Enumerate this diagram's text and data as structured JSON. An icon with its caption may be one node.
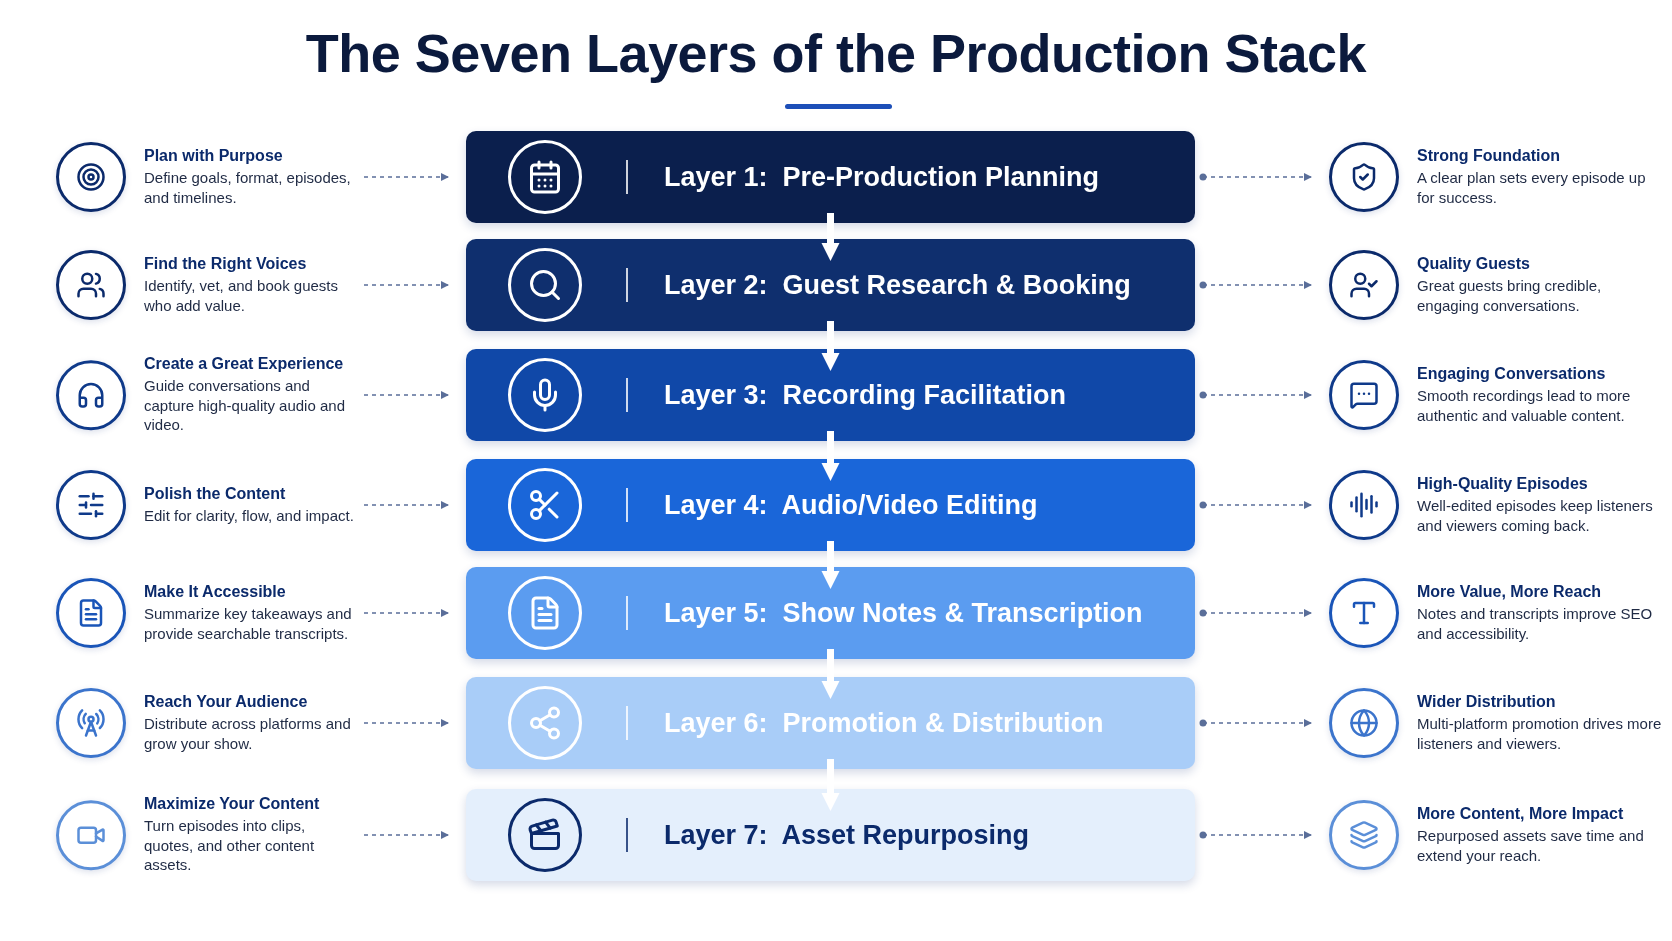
{
  "diagram": {
    "title": "The Seven Layers of the Production Stack",
    "nodes": [
      {
        "text": [
          "Plan with Purpose",
          "Define goals, format, episodes, and timelines."
        ]
      },
      {
        "text": [
          "Layer 1:  Pre-Production Planning"
        ]
      },
      {
        "text": [
          "Strong Foundation",
          "A clear plan sets every episode up for success."
        ]
      },
      {
        "text": [
          "Find the Right Voices",
          "Identify, vet, and book guests who add value."
        ]
      },
      {
        "text": [
          "Layer 2:  Guest Research & Booking"
        ]
      },
      {
        "text": [
          "Quality Guests",
          "Great guests bring credible, engaging conversations."
        ]
      },
      {
        "text": [
          "Create a Great Experience",
          "Guide conversations and capture high-quality audio and video."
        ]
      },
      {
        "text": [
          "Layer 3:  Recording Facilitation"
        ]
      },
      {
        "text": [
          "Engaging Conversations",
          "Smooth recordings lead to more authentic and valuable content."
        ]
      },
      {
        "text": [
          "Polish the Content",
          "Edit for clarity, flow, and impact."
        ]
      },
      {
        "text": [
          "Layer 4:  Audio/Video Editing"
        ]
      },
      {
        "text": [
          "High-Quality Episodes",
          "Well-edited episodes keep listeners and viewers coming back."
        ]
      },
      {
        "text": [
          "Make It Accessible",
          "Summarize key takeaways and provide searchable transcripts."
        ]
      },
      {
        "text": [
          "Layer 5:  Show Notes & Transcription"
        ]
      },
      {
        "text": [
          "More Value, More Reach",
          "Notes and transcripts improve SEO and accessibility."
        ]
      },
      {
        "text": [
          "Reach Your Audience",
          "Distribute across platforms and grow your show."
        ]
      },
      {
        "text": [
          "Layer 6:  Promotion & Distribution"
        ]
      },
      {
        "text": [
          "Wider Distribution",
          "Multi-platform promotion drives more listeners and viewers."
        ]
      },
      {
        "text": [
          "Maximize Your Content",
          "Turn episodes into clips, quotes, and other content assets."
        ]
      },
      {
        "text": [
          "Layer 7:  Asset Repurposing"
        ]
      },
      {
        "text": [
          "More Content, More Impact",
          "Repurposed assets save time and extend your reach."
        ]
      }
    ],
    "edges": [
      {
        "from": 0,
        "to": 1,
        "arrow": "to",
        "style": "dashed"
      },
      {
        "from": 1,
        "to": 2,
        "arrow": "to",
        "style": "dashed"
      },
      {
        "from": 3,
        "to": 4,
        "arrow": "to",
        "style": "dashed"
      },
      {
        "from": 4,
        "to": 5,
        "arrow": "to",
        "style": "dashed"
      },
      {
        "from": 6,
        "to": 7,
        "arrow": "to",
        "style": "dashed"
      },
      {
        "from": 7,
        "to": 8,
        "arrow": "to",
        "style": "dashed"
      },
      {
        "from": 9,
        "to": 10,
        "arrow": "to",
        "style": "dashed"
      },
      {
        "from": 10,
        "to": 11,
        "arrow": "to",
        "style": "dashed"
      },
      {
        "from": 12,
        "to": 13,
        "arrow": "to",
        "style": "dashed"
      },
      {
        "from": 13,
        "to": 14,
        "arrow": "to",
        "style": "dashed"
      },
      {
        "from": 15,
        "to": 16,
        "arrow": "to",
        "style": "dashed"
      },
      {
        "from": 16,
        "to": 17,
        "arrow": "to",
        "style": "dashed"
      },
      {
        "from": 18,
        "to": 19,
        "arrow": "to",
        "style": "dashed"
      },
      {
        "from": 19,
        "to": 20,
        "arrow": "to",
        "style": "dashed"
      },
      {
        "from": 1,
        "to": 4,
        "arrow": "to",
        "style": "thick",
        "color": "#ffffff"
      },
      {
        "from": 4,
        "to": 7,
        "arrow": "to",
        "style": "thick",
        "color": "#ffffff"
      },
      {
        "from": 7,
        "to": 10,
        "arrow": "to",
        "style": "thick",
        "color": "#ffffff"
      },
      {
        "from": 10,
        "to": 13,
        "arrow": "to",
        "style": "thick",
        "color": "#ffffff"
      },
      {
        "from": 13,
        "to": 16,
        "arrow": "to",
        "style": "thick",
        "color": "#ffffff"
      },
      {
        "from": 16,
        "to": 19,
        "arrow": "to",
        "style": "thick",
        "color": "#ffffff"
      }
    ]
  }
}
